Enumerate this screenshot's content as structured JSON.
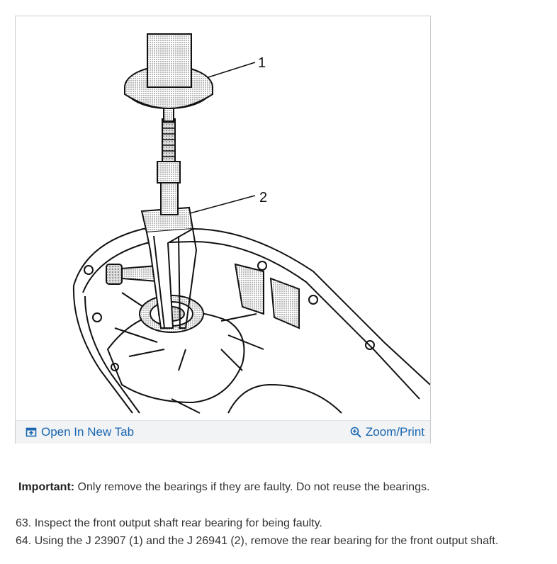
{
  "figure": {
    "callouts": [
      "1",
      "2"
    ],
    "toolbar": {
      "open_label": "Open In New Tab",
      "open_icon": "open-new-tab-icon",
      "zoom_label": "Zoom/Print",
      "zoom_icon": "zoom-magnifier-icon",
      "link_color": "#1a66b0"
    }
  },
  "important": {
    "label": "Important:",
    "text": " Only remove the bearings if they are faulty. Do not reuse the bearings."
  },
  "steps": [
    "63. Inspect the front output shaft rear bearing for being faulty.",
    "64. Using the J 23907 (1) and the J 26941 (2), remove the rear bearing for the front output shaft."
  ]
}
